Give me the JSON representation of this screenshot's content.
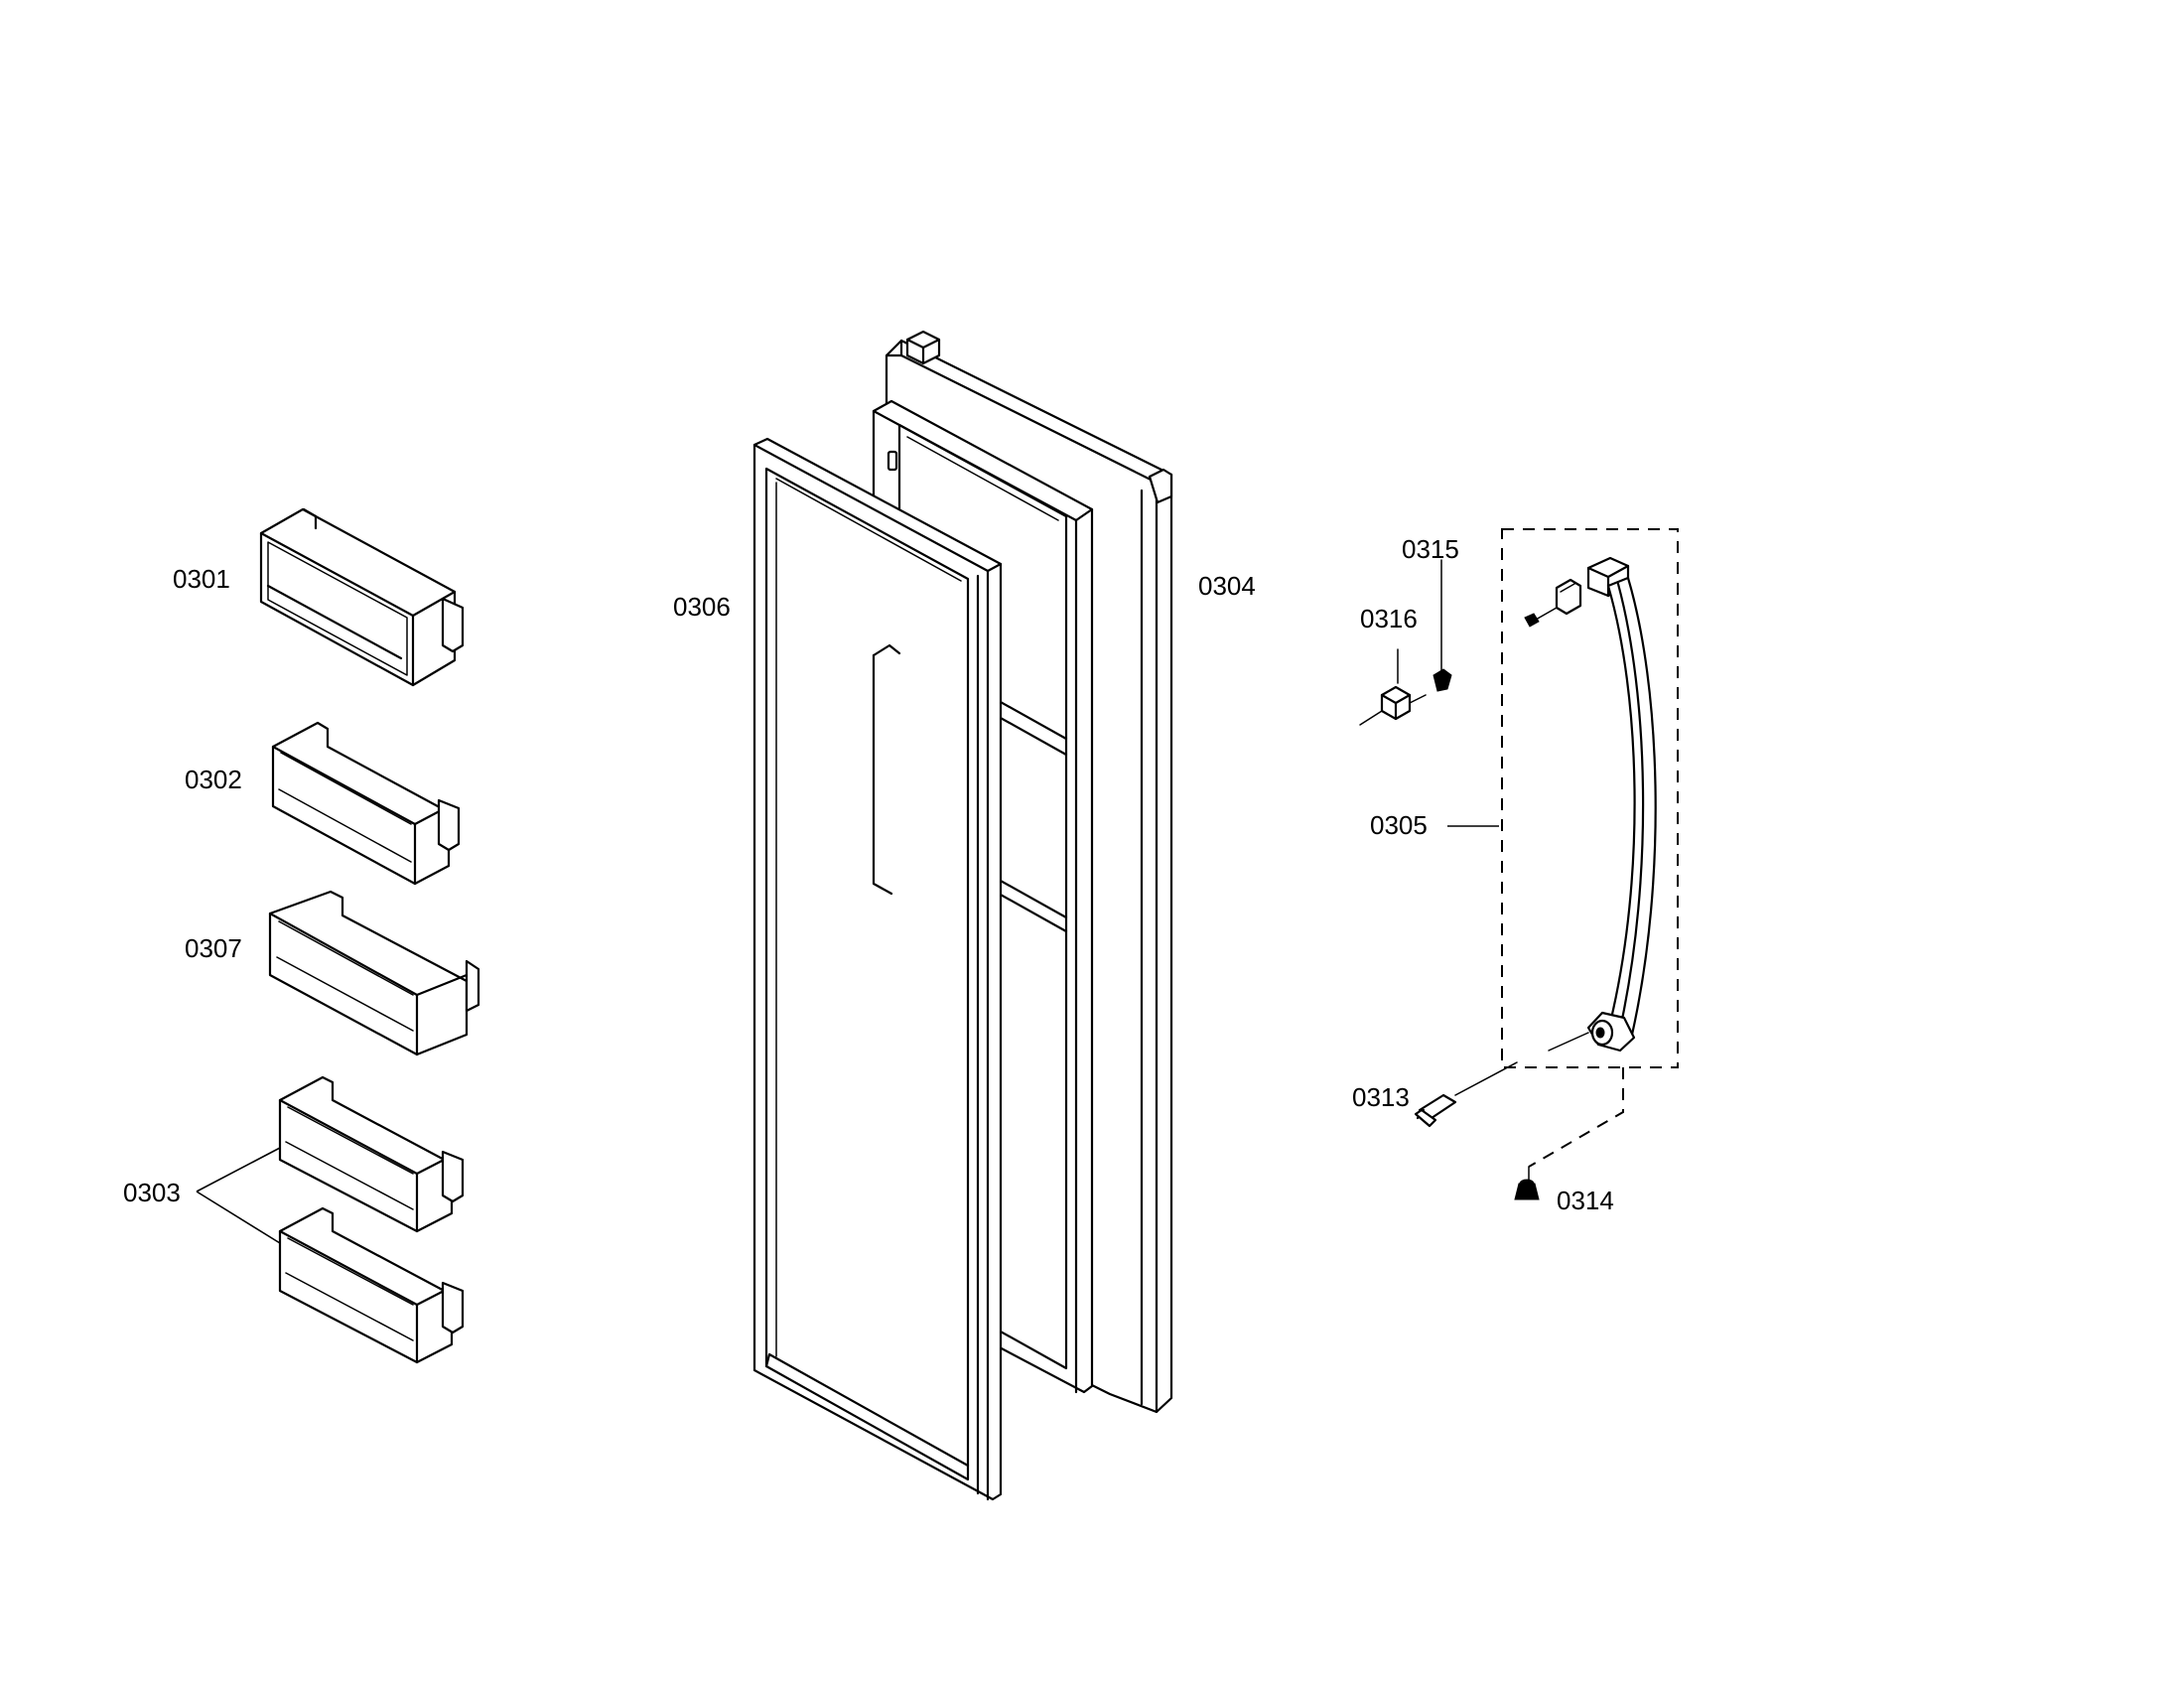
{
  "parts": {
    "p0301": "0301",
    "p0302": "0302",
    "p0307": "0307",
    "p0303": "0303",
    "p0306": "0306",
    "p0304": "0304",
    "p0315": "0315",
    "p0316": "0316",
    "p0305": "0305",
    "p0313": "0313",
    "p0314": "0314"
  }
}
